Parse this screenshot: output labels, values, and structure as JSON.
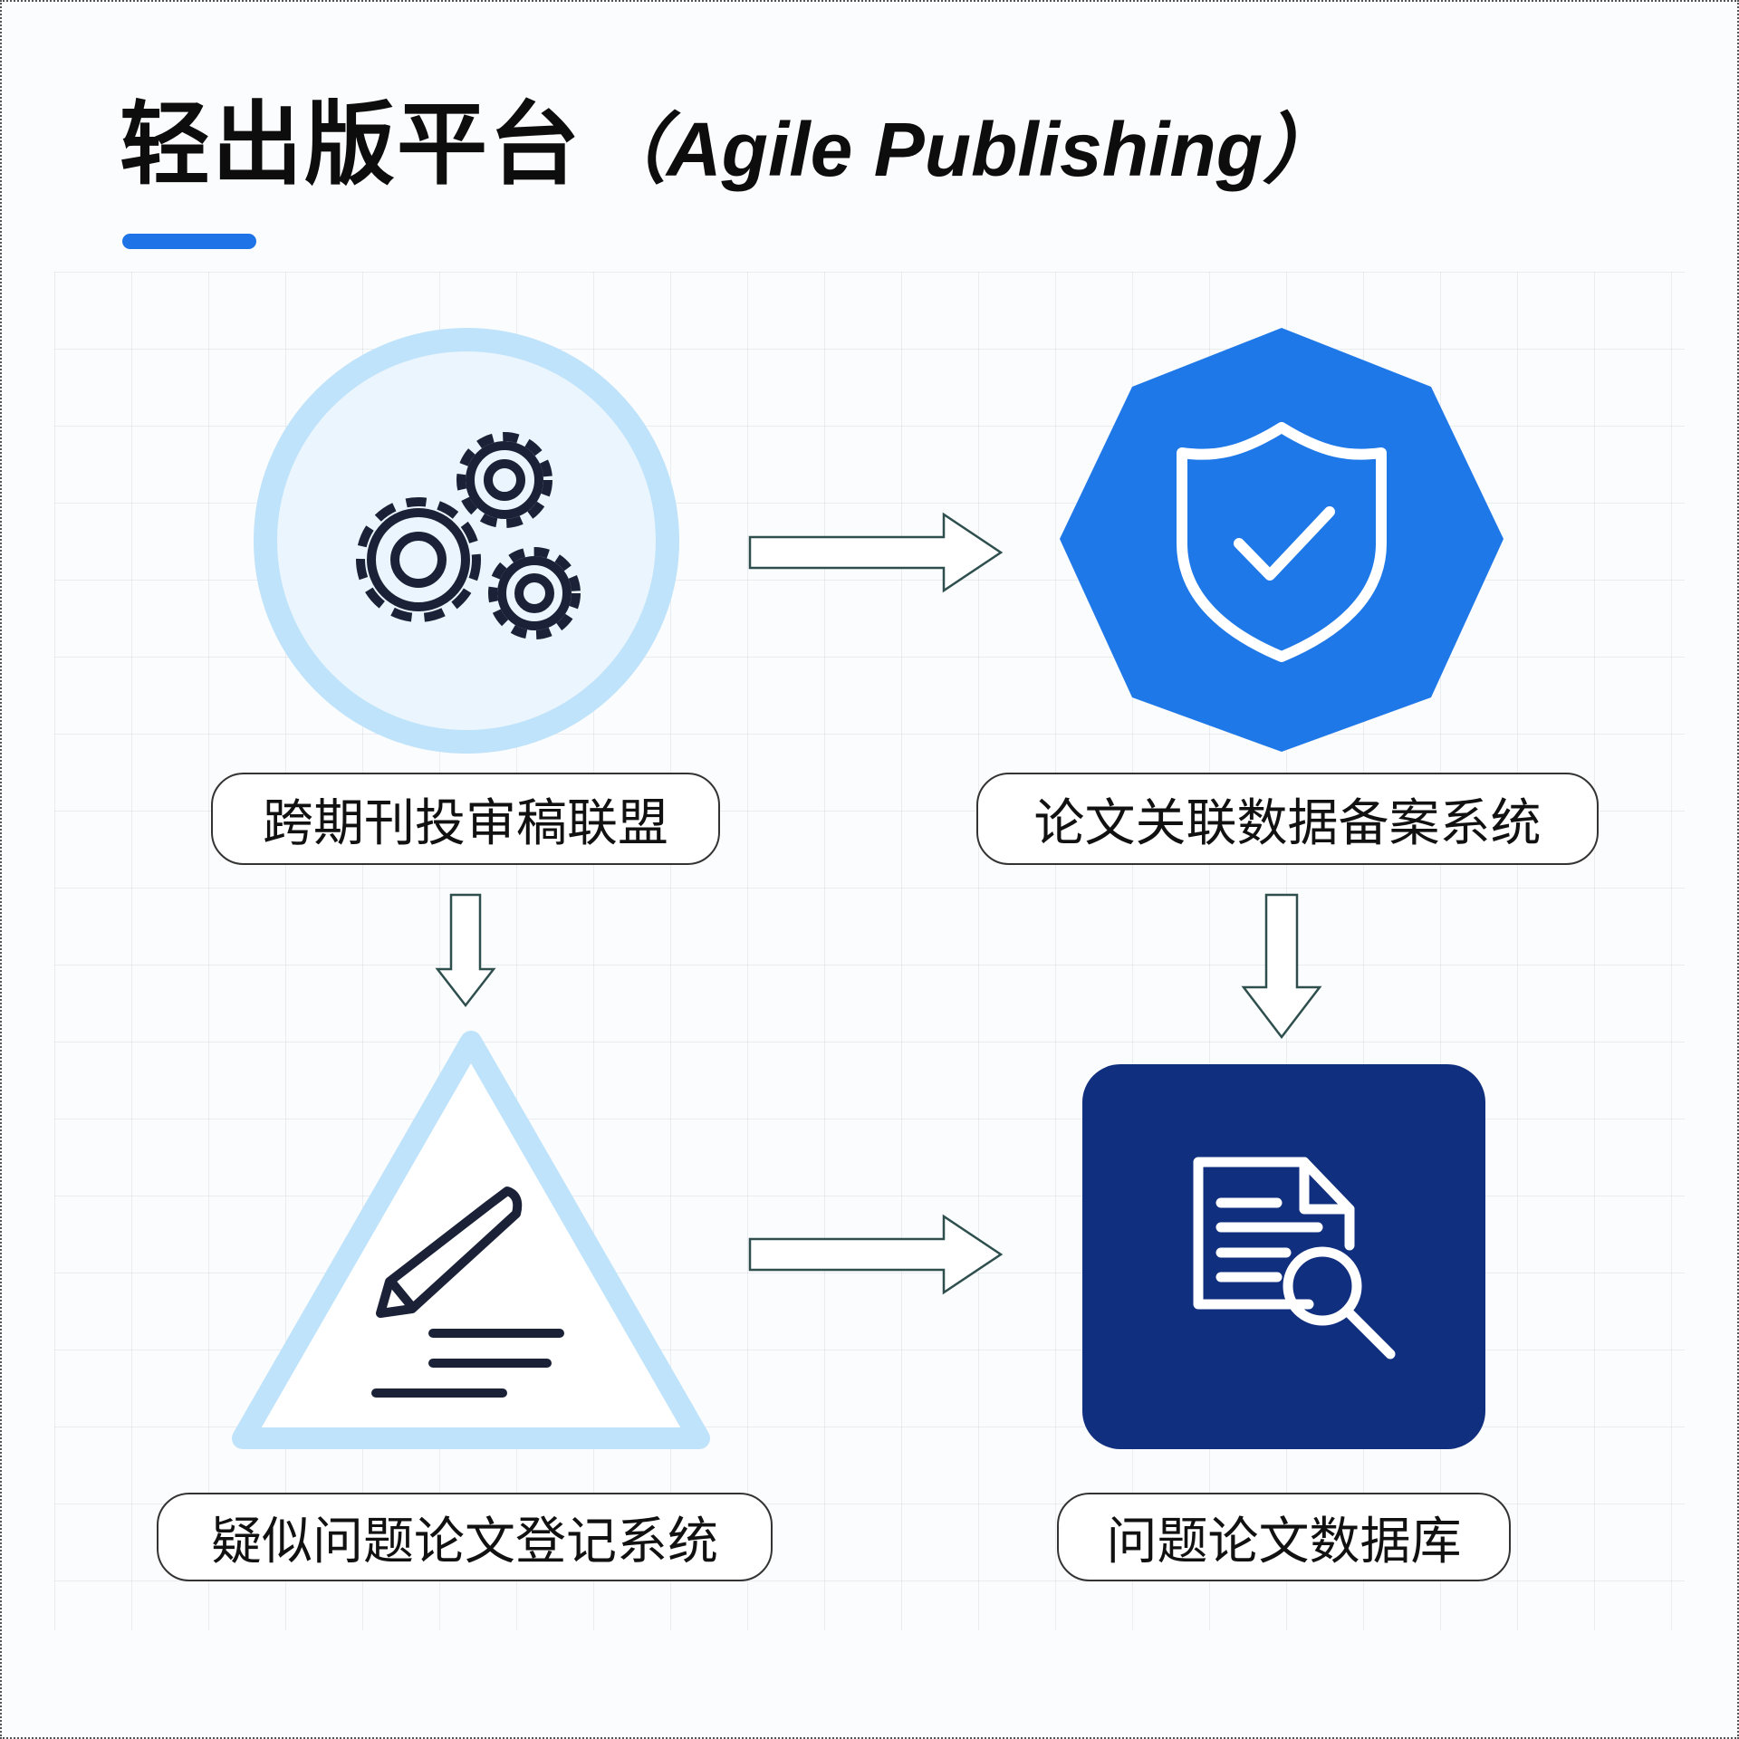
{
  "title": {
    "cn": "轻出版平台",
    "en": "（Agile Publishing）"
  },
  "nodes": [
    {
      "label": "跨期刊投审稿联盟",
      "icon": "gears-icon"
    },
    {
      "label": "论文关联数据备案系统",
      "icon": "shield-check-icon"
    },
    {
      "label": "疑似问题论文登记系统",
      "icon": "pencil-icon"
    },
    {
      "label": "问题论文数据库",
      "icon": "document-search-icon"
    }
  ],
  "colors": {
    "accent": "#1e74e6",
    "light_blue": "#bfe3fa",
    "dark_blue": "#102f7e"
  }
}
